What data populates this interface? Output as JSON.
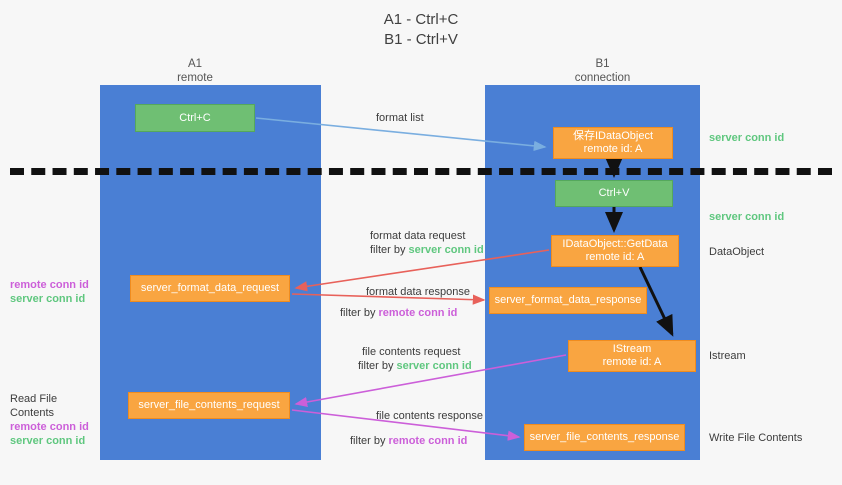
{
  "title": {
    "line1": "A1 - Ctrl+C",
    "line2": "B1 - Ctrl+V"
  },
  "lanes": [
    {
      "id": "a1",
      "name": "A1",
      "role": "remote"
    },
    {
      "id": "b1",
      "name": "B1",
      "role": "connection"
    }
  ],
  "boxes": {
    "ctrl_c": "Ctrl+C",
    "save_idataobject_line1": "保存IDataObject",
    "save_idataobject_line2": "remote id: A",
    "ctrl_v": "Ctrl+V",
    "getdata_line1": "IDataObject::GetData",
    "getdata_line2": "remote id: A",
    "format_data_request": "server_format_data_request",
    "format_data_response": "server_format_data_response",
    "istream_line1": "IStream",
    "istream_line2": "remote id: A",
    "file_contents_request": "server_file_contents_request",
    "file_contents_response": "server_file_contents_response"
  },
  "edge_labels": {
    "format_list": "format list",
    "format_data_request": "format data request",
    "format_data_request_filter_prefix": "filter by ",
    "format_data_request_filter_key": "server conn id",
    "format_data_response": "format data response",
    "format_data_response_filter_prefix": "filter by ",
    "format_data_response_filter_key": "remote conn id",
    "file_contents_request": "file contents request",
    "file_contents_request_filter_prefix": "filter by ",
    "file_contents_request_filter_key": "server conn id",
    "file_contents_response": "file contents response",
    "file_contents_response_filter_prefix": "filter by ",
    "file_contents_response_filter_key": "remote conn id"
  },
  "annotations": {
    "right_server_conn_id_1": "server conn id",
    "right_server_conn_id_2": "server conn id",
    "right_dataobject": "DataObject",
    "right_istream": "Istream",
    "right_write_file_contents": "Write File Contents",
    "left_read_file_contents": "Read File Contents",
    "left_remote_conn_id_1": "remote conn id",
    "left_server_conn_id_1": "server conn id",
    "left_remote_conn_id_2": "remote conn id",
    "left_server_conn_id_2": "server conn id"
  },
  "colors": {
    "lane": "#4a7fd4",
    "orange_box": "#f9a541",
    "green_box": "#6fbf73",
    "server_conn_id": "#5fc77f",
    "remote_conn_id": "#cc5fd9",
    "request_arrow": "#e8615a",
    "stream_arrow": "#cc5fd9",
    "format_list_arrow": "#7aaee0",
    "divider": "#111111",
    "background": "#f7f7f7"
  }
}
